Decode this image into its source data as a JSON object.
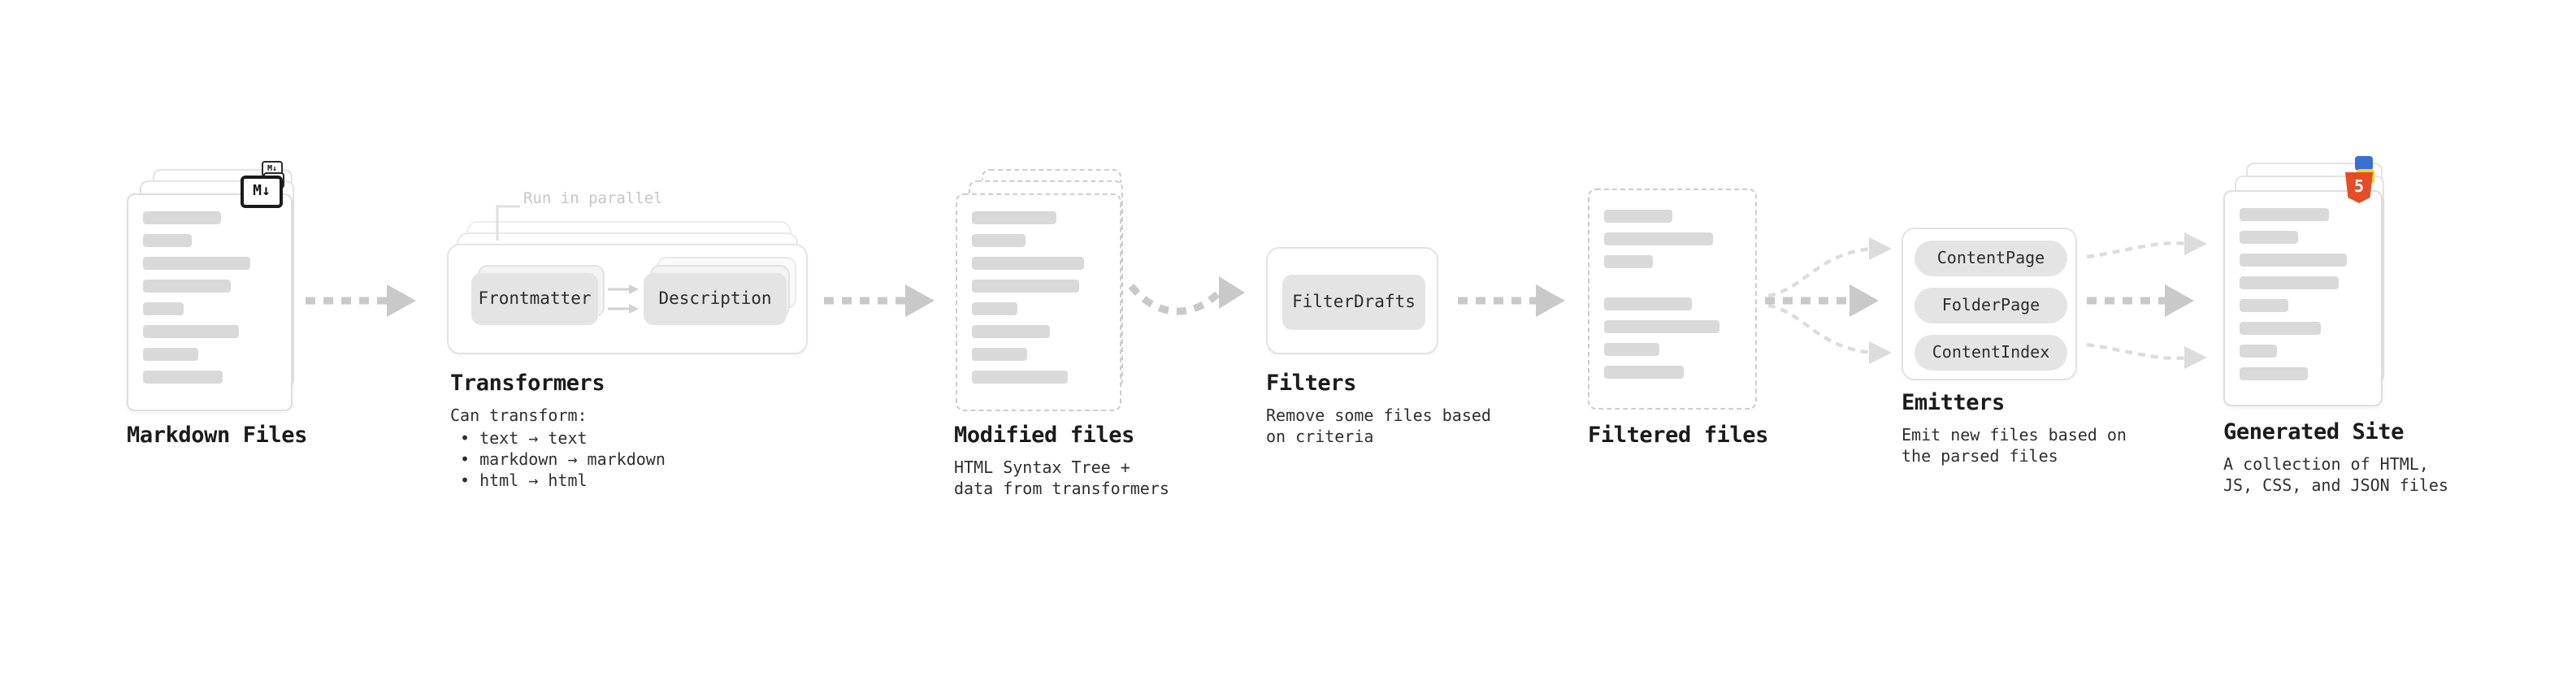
{
  "stages": {
    "markdown_files": {
      "label": "Markdown Files",
      "badge": "M↓"
    },
    "transformers": {
      "label": "Transformers",
      "note": "Run in parallel",
      "step1": "Frontmatter",
      "step2": "Description",
      "desc_title": "Can transform:",
      "bullets": [
        "• text → text",
        "• markdown → markdown",
        "• html → html"
      ]
    },
    "modified_files": {
      "label": "Modified files",
      "description": "HTML Syntax Tree +\ndata from transformers"
    },
    "filters": {
      "label": "Filters",
      "step": "FilterDrafts",
      "description": "Remove some files based\non criteria"
    },
    "filtered_files": {
      "label": "Filtered files"
    },
    "emitters": {
      "label": "Emitters",
      "steps": [
        "ContentPage",
        "FolderPage",
        "ContentIndex"
      ],
      "description": "Emit new files based on\nthe parsed files"
    },
    "generated_site": {
      "label": "Generated Site",
      "badge": "5",
      "description": "A collection of HTML,\nJS, CSS, and JSON files"
    }
  },
  "colors": {
    "arrow": "#c9c9c9",
    "arrow_light": "#dcdcdc",
    "bar": "#d9d9d9",
    "border": "#e3e3e3",
    "button_fill": "#e4e4e4",
    "note": "#c6c6c6",
    "html5_badge": "#e44d26",
    "js_badge": "#f0d81e",
    "json_badge": "#3b6fd4"
  }
}
